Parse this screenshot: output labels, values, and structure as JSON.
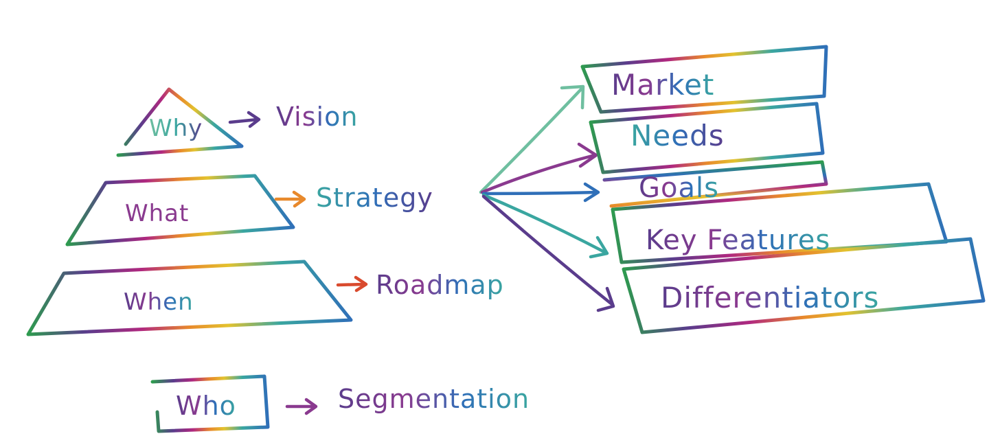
{
  "pyramid": {
    "why": "Why",
    "what": "What",
    "when": "When"
  },
  "outcomes": {
    "vision": "Vision",
    "strategy": "Strategy",
    "roadmap": "Roadmap"
  },
  "strategy_components": {
    "market": "Market",
    "needs": "Needs",
    "goals": "Goals",
    "key_features": "Key Features",
    "differentiators": "Differentiators"
  },
  "legend": {
    "who": "Who",
    "segmentation": "Segmentation"
  },
  "colors": {
    "green": "#2e9b4f",
    "teal": "#3aa6a0",
    "mint": "#86c9a4",
    "blue": "#2f6fb8",
    "purple": "#5a3c8c",
    "magenta": "#b0287f",
    "orange": "#e8892c",
    "yellow": "#e3c22e",
    "red": "#d94a2e"
  }
}
